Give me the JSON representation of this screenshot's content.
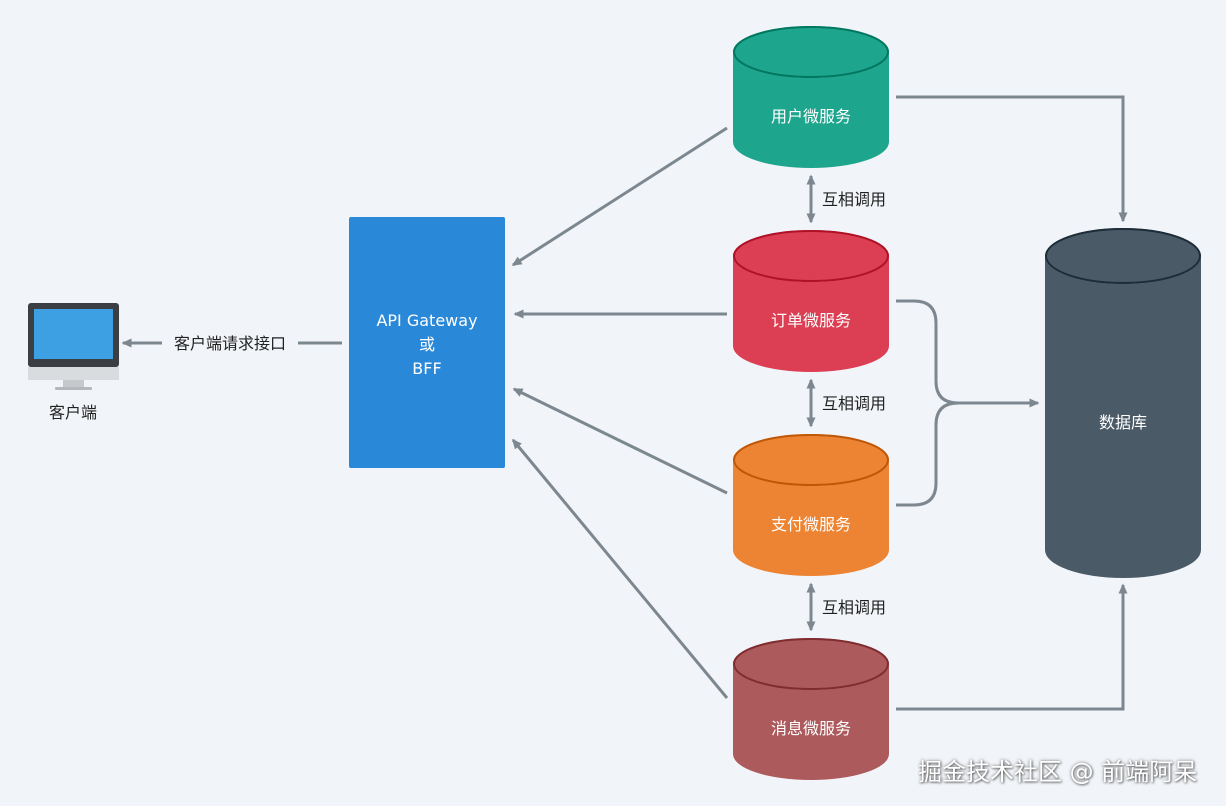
{
  "client": {
    "label": "客户端"
  },
  "client_request": {
    "label": "客户端请求接口"
  },
  "gateway": {
    "line1": "API Gateway",
    "line2": "或",
    "line3": "BFF"
  },
  "services": [
    {
      "label": "用户微服务",
      "color": "#1ea58d"
    },
    {
      "label": "订单微服务",
      "color": "#dc3f53"
    },
    {
      "label": "支付微服务",
      "color": "#ed8433"
    },
    {
      "label": "消息微服务",
      "color": "#ad5a5d"
    }
  ],
  "mutual_call": {
    "label": "互相调用"
  },
  "database": {
    "label": "数据库",
    "color": "#4a5a66"
  },
  "footer": {
    "text": "掘金技术社区 @ 前端阿呆"
  },
  "colors": {
    "gateway": "#2a88d9",
    "arrow": "#7d8790",
    "screen": "#3ca0e2"
  }
}
